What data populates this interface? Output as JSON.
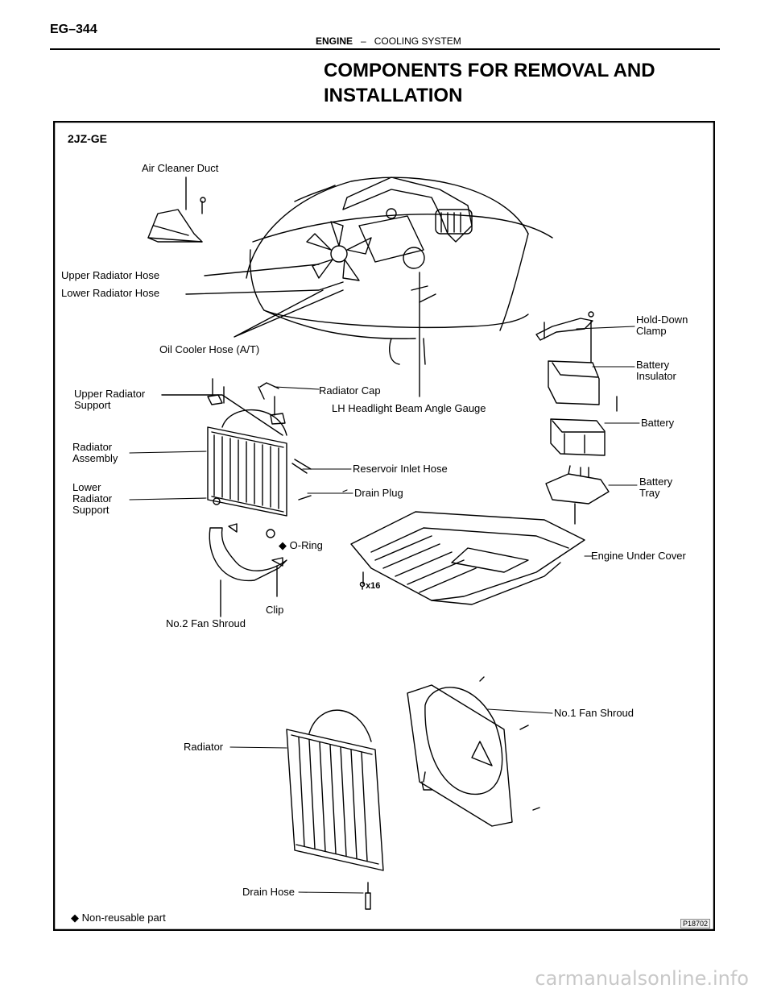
{
  "header": {
    "page_code": "EG–344",
    "section": "ENGINE",
    "separator": "–",
    "subsection": "COOLING SYSTEM"
  },
  "title_lines": [
    "COMPONENTS FOR REMOVAL AND",
    "INSTALLATION"
  ],
  "figure": {
    "engine_code": "2JZ-GE",
    "labels": {
      "air_cleaner_duct": "Air Cleaner Duct",
      "upper_radiator_hose": "Upper Radiator Hose",
      "lower_radiator_hose": "Lower Radiator Hose",
      "oil_cooler_hose": "Oil Cooler Hose (A/T)",
      "hold_down_clamp_1": "Hold-Down",
      "hold_down_clamp_2": "Clamp",
      "battery_insulator_1": "Battery",
      "battery_insulator_2": "Insulator",
      "upper_radiator_support_1": "Upper Radiator",
      "upper_radiator_support_2": "Support",
      "radiator_cap": "Radiator Cap",
      "lh_headlight_gauge": "LH Headlight Beam Angle Gauge",
      "battery": "Battery",
      "radiator_assembly_1": "Radiator",
      "radiator_assembly_2": "Assembly",
      "reservoir_inlet_hose": "Reservoir Inlet Hose",
      "battery_tray_1": "Battery",
      "battery_tray_2": "Tray",
      "lower_radiator_support_1": "Lower",
      "lower_radiator_support_2": "Radiator",
      "lower_radiator_support_3": "Support",
      "drain_plug": "Drain Plug",
      "o_ring": "O-Ring",
      "engine_under_cover": "Engine Under Cover",
      "bolt_count": "x16",
      "clip": "Clip",
      "no2_fan_shroud": "No.2 Fan Shroud",
      "no1_fan_shroud": "No.1 Fan Shroud",
      "radiator": "Radiator",
      "drain_hose": "Drain Hose",
      "non_reusable": "Non-reusable part"
    },
    "symbol": "◆",
    "figure_id": "P18702"
  },
  "watermark": "carmanualsonline.info"
}
